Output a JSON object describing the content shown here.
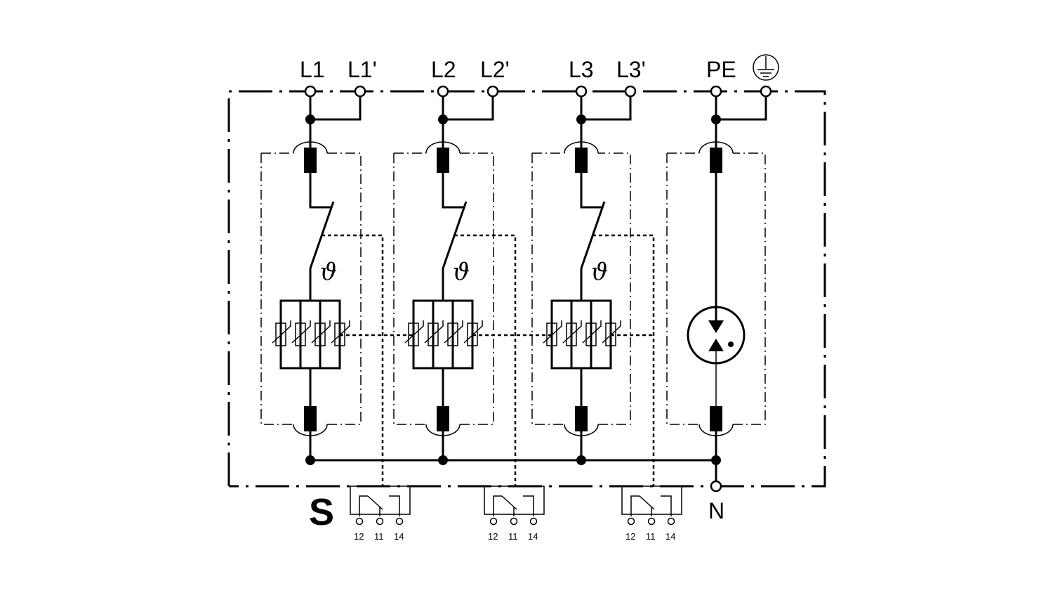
{
  "terminals": {
    "l1": "L1",
    "l1p": "L1'",
    "l2": "L2",
    "l2p": "L2'",
    "l3": "L3",
    "l3p": "L3'",
    "pe": "PE",
    "n": "N"
  },
  "signal_label": "S",
  "thermal_symbol": "ϑ",
  "relay_contacts": {
    "c1": "12",
    "c2": "11",
    "c3": "14"
  },
  "icons": [
    "ground-icon",
    "fuse-icon",
    "thermal-disconnector-icon",
    "varistor-icon",
    "spark-gap-icon",
    "relay-contact-icon"
  ]
}
